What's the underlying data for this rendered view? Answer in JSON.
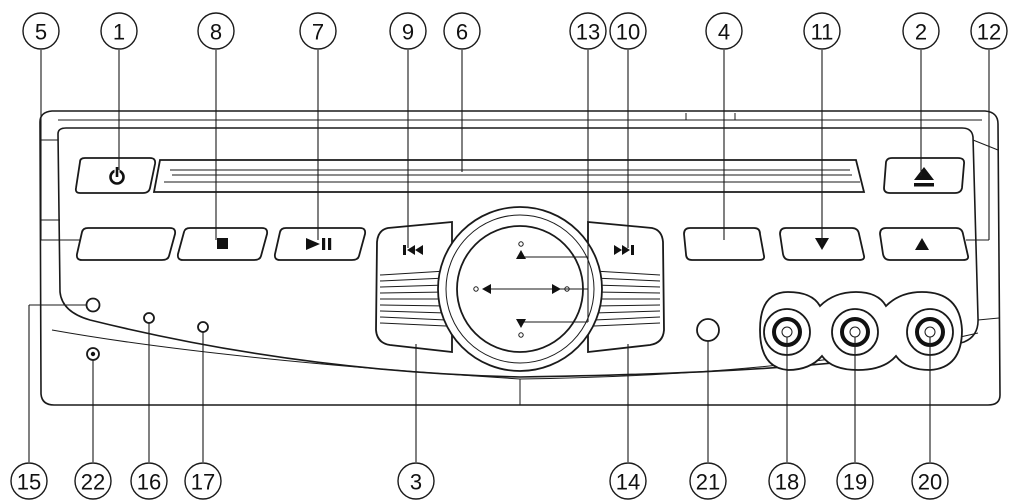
{
  "callouts": {
    "c1": "1",
    "c2": "2",
    "c3": "3",
    "c4": "4",
    "c5": "5",
    "c6": "6",
    "c7": "7",
    "c8": "8",
    "c9": "9",
    "c10": "10",
    "c11": "11",
    "c12": "12",
    "c13": "13",
    "c14": "14",
    "c15": "15",
    "c16": "16",
    "c17": "17",
    "c18": "18",
    "c19": "19",
    "c20": "20",
    "c21": "21",
    "c22": "22"
  },
  "icons": {
    "power": "power-icon",
    "eject": "eject-icon",
    "stop": "stop-icon",
    "play_pause": "play-pause-icon",
    "previous": "previous-track-icon",
    "next": "next-track-icon",
    "down": "down-arrow-icon",
    "up": "up-arrow-icon"
  },
  "colors": {
    "line": "#1a1a1a",
    "background": "#ffffff"
  }
}
